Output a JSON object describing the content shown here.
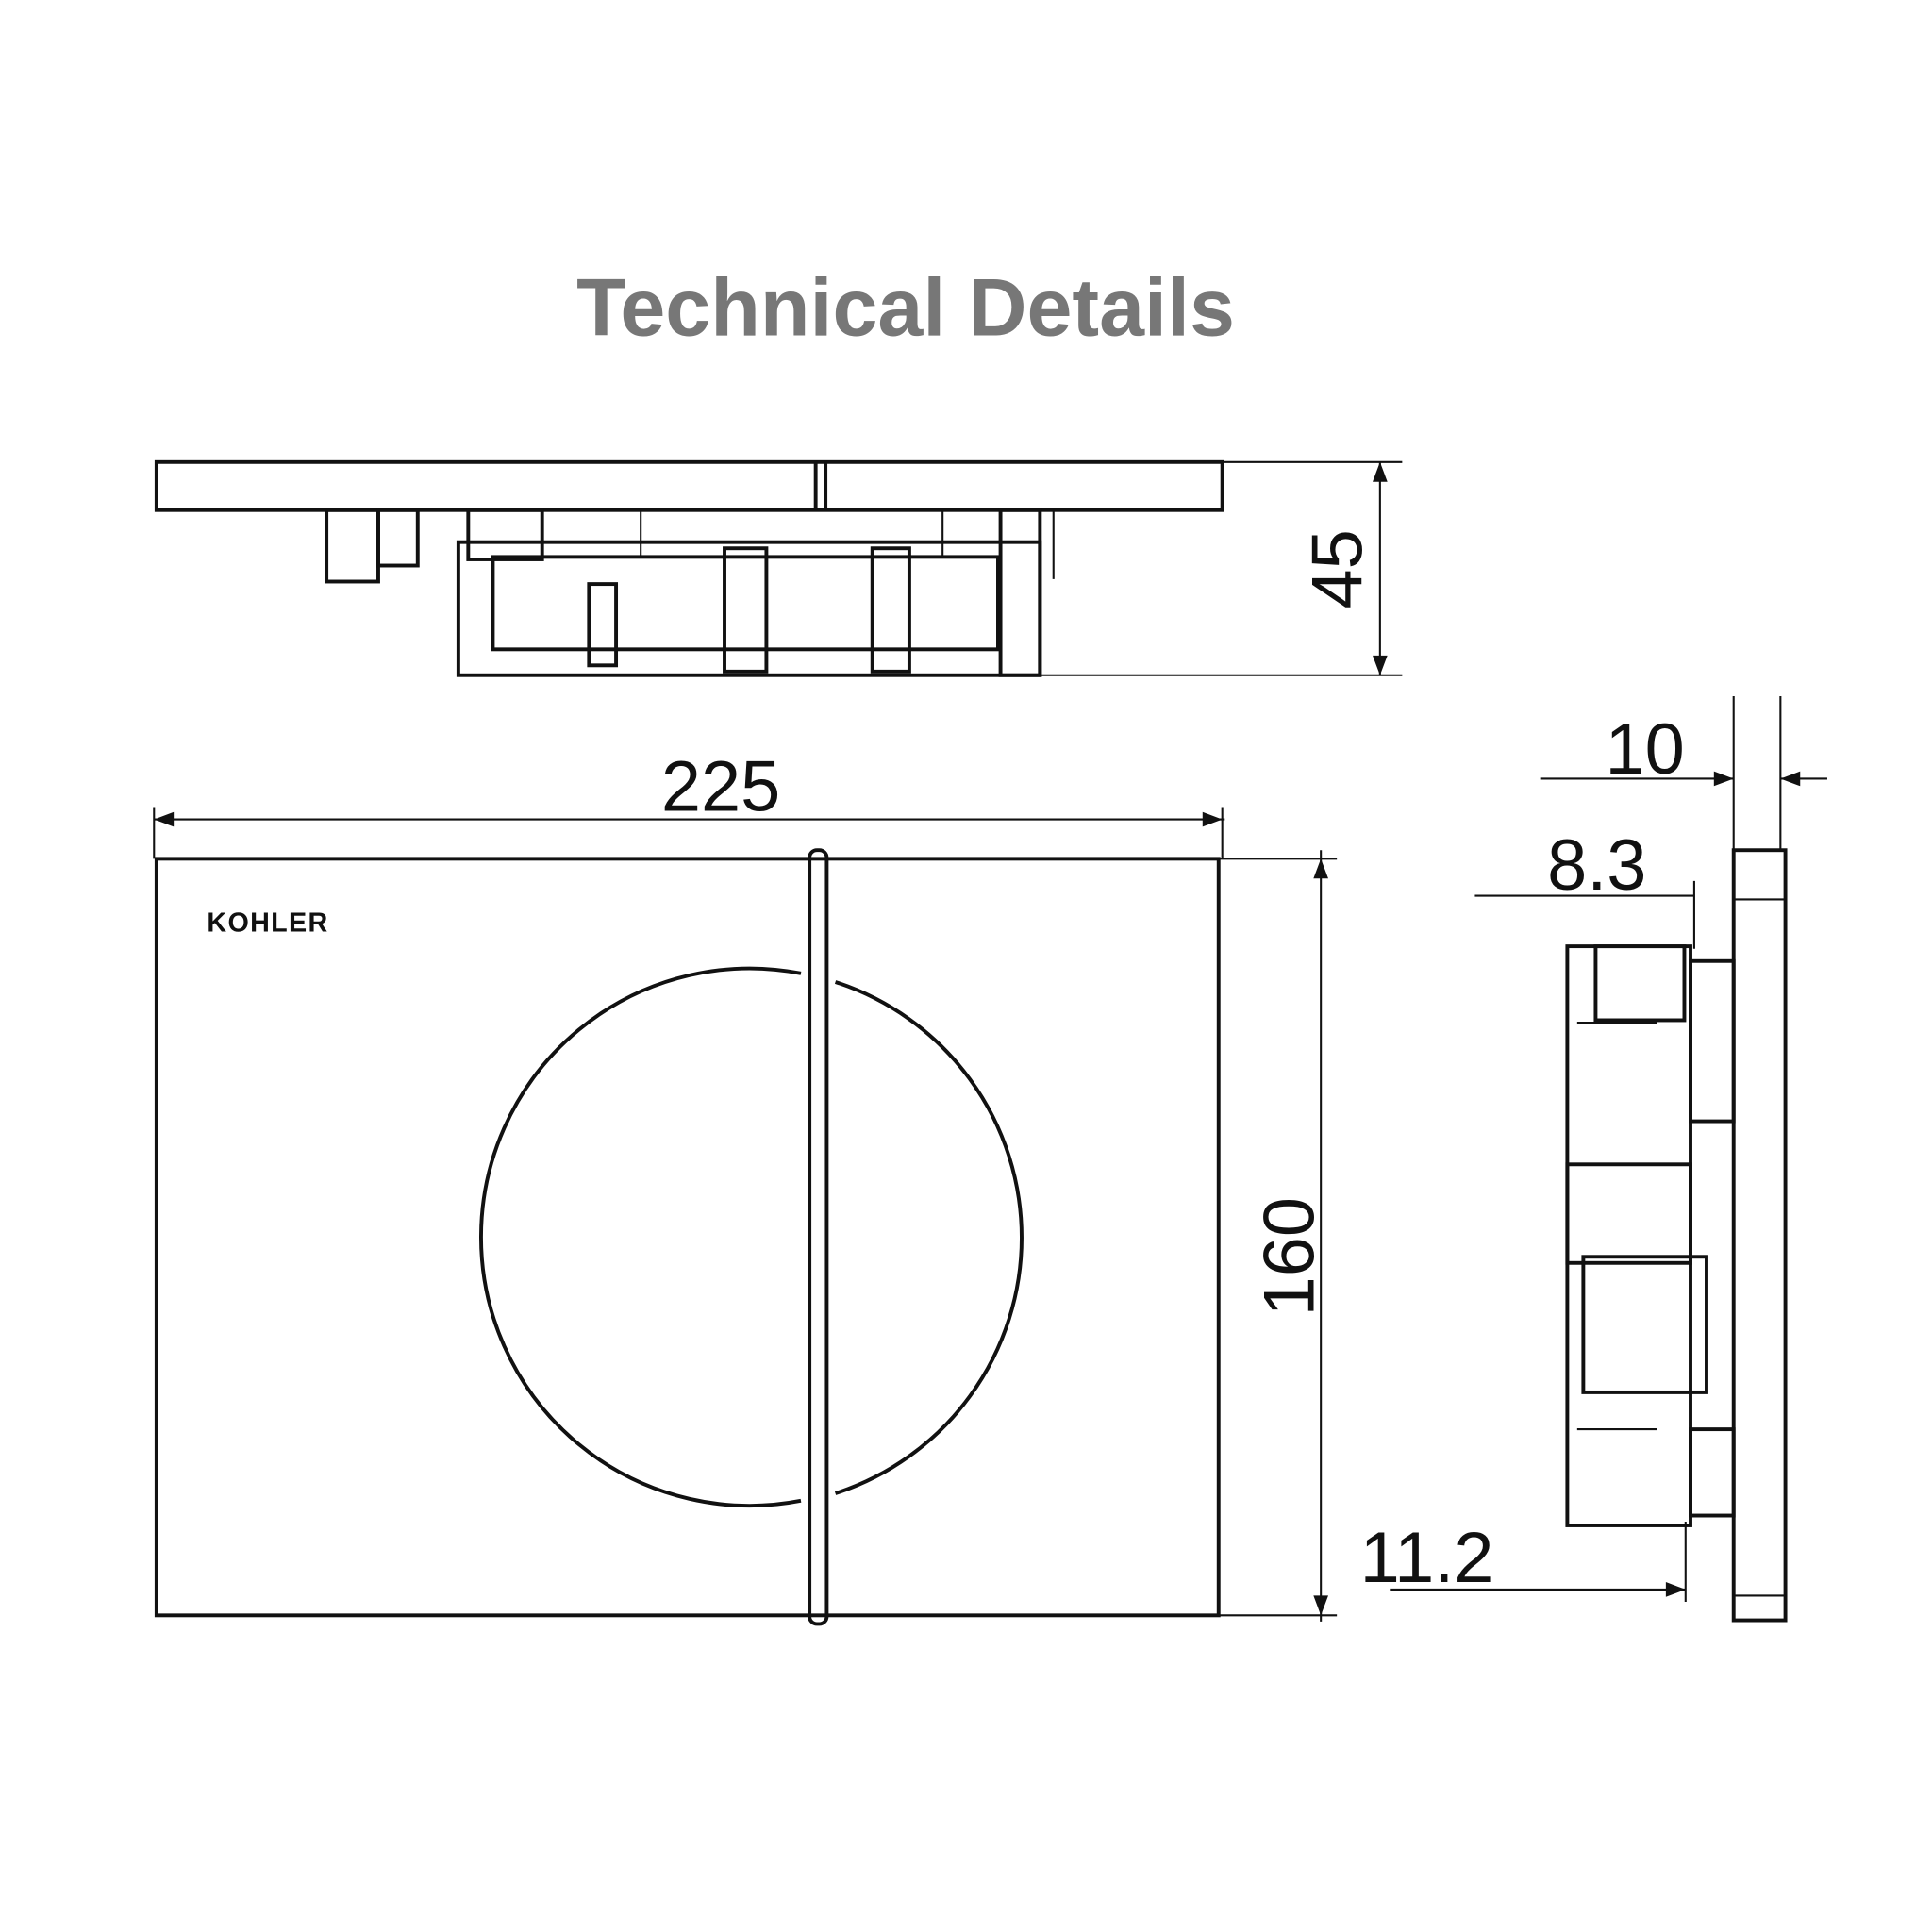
{
  "title": "Technical Details",
  "brand_logo": "KOHLER",
  "dimensions": {
    "width": "225",
    "height": "160",
    "depth": "45",
    "plate_thickness": "10",
    "offset_top": "8.3",
    "offset_bottom": "11.2"
  }
}
